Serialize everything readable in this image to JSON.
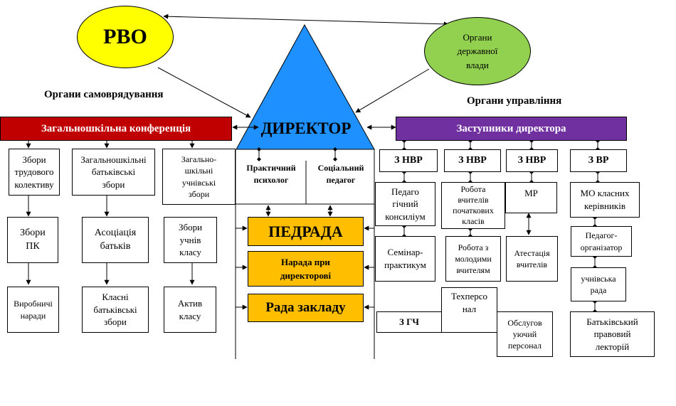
{
  "top": {
    "rvo": "РВО",
    "gov": "Органи\nдержавної\nвлади",
    "self_gov_label": "Органи самоврядування",
    "mgmt_label": "Органи управління",
    "director": "ДИРЕКТОР"
  },
  "left": {
    "conference": "Загальношкільна конференція",
    "col1": [
      "Збори\nтрудового\nколективу",
      "Збори\nПК",
      "Виробничі\nнаради"
    ],
    "col2": [
      "Загальношкільні\nбатьківські\nзбори",
      "Асоціація\nбатьків",
      "Класні\nбатьківські\nзбори"
    ],
    "col3": [
      "Загально-\nшкільні\nучнівські\nзбори",
      "Збори\nучнів\nкласу",
      "Актив\nкласу"
    ]
  },
  "center": {
    "psychologist": "Практичний\nпсихолог",
    "social": "Соціальний\nпедагог",
    "pedrada": "ПЕДРАДА",
    "narada": "Нарада при\nдиректорові",
    "rada": "Рада закладу"
  },
  "right": {
    "deputies": "Заступники директора",
    "znvr1": "З НВР",
    "znvr2": "З НВР",
    "znvr3": "З НВР",
    "zvr": "З ВР",
    "ped_council": "Педаго\nгічний\nконсиліум",
    "seminar": "Семінар-\nпрактикум",
    "primary_work": "Робота\nвчителів\nпочаткових\nкласів",
    "young_work": "Робота з\nмолодими\nвчителям",
    "mr": "МР",
    "attestation": "Атестація\nвчителів",
    "mo": "МО класних\nкерівників",
    "organizer": "Педагог-\nорганізатор",
    "student_council": "учнівська\nрада",
    "lectorium": "Батьківський\nправовий\nлекторій",
    "zgch": "З ГЧ",
    "tech_staff": "Техперсо\nнал",
    "service_staff": "Обслугов\nуючий\nперсонал"
  },
  "colors": {
    "rvo_fill": "#ffff00",
    "gov_fill": "#92d050",
    "triangle_fill": "#1e90ff",
    "conference_fill": "#c00000",
    "deputies_fill": "#7030a0",
    "council_fill": "#ffbf00"
  }
}
